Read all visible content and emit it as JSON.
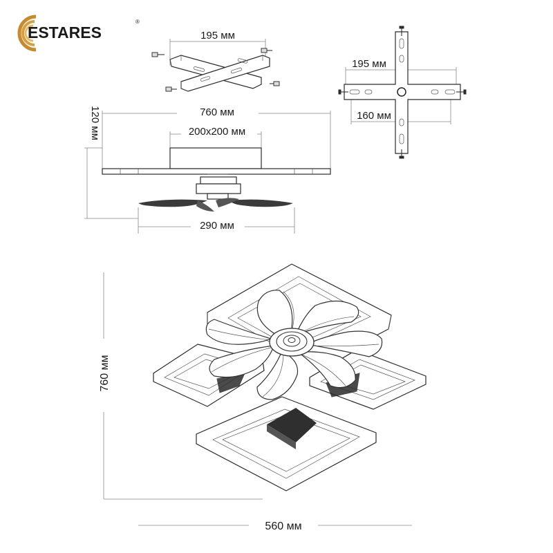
{
  "brand": {
    "name": "ESTARES",
    "registered": "®",
    "colors": {
      "ring_outer": "#c98a2e",
      "ring_inner": "#e0b060",
      "text": "#1a1a1a"
    }
  },
  "bracket_view": {
    "width_label": "195 мм"
  },
  "plate_view": {
    "outer_label": "195 мм",
    "inner_label": "160 мм"
  },
  "side_view": {
    "width_label": "760 мм",
    "height_label": "120 мм",
    "base_label": "200x200 мм",
    "fan_label": "290 мм"
  },
  "top_view": {
    "height_label": "760 мм",
    "width_label": "560 мм"
  }
}
